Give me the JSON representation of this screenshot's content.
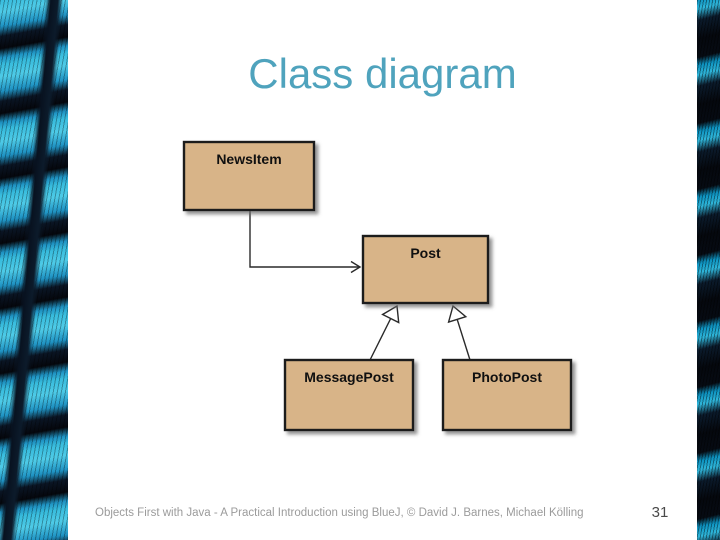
{
  "slide": {
    "title": "Class diagram",
    "footer": "Objects First with Java - A Practical Introduction using BlueJ, © David J. Barnes, Michael Kölling",
    "page_number": "31"
  },
  "diagram": {
    "type": "uml-class-diagram",
    "nodes": [
      {
        "id": "newsitem",
        "label": "NewsItem"
      },
      {
        "id": "post",
        "label": "Post"
      },
      {
        "id": "messagepost",
        "label": "MessagePost"
      },
      {
        "id": "photopost",
        "label": "PhotoPost"
      }
    ],
    "edges": [
      {
        "from": "NewsItem",
        "to": "Post",
        "type": "association-arrow"
      },
      {
        "from": "MessagePost",
        "to": "Post",
        "type": "inheritance"
      },
      {
        "from": "PhotoPost",
        "to": "Post",
        "type": "inheritance"
      }
    ]
  },
  "colors": {
    "title_text": "#4fa3bd",
    "class_box_fill": "#d8b488",
    "class_box_border": "#1c1c1c",
    "edge_line": "#2a2a2a",
    "footer_text": "#9b9b9b",
    "page_number_text": "#4a4a4a",
    "feather_cyan": "#2fb3d6",
    "feather_black": "#06090f",
    "background": "#ffffff"
  }
}
